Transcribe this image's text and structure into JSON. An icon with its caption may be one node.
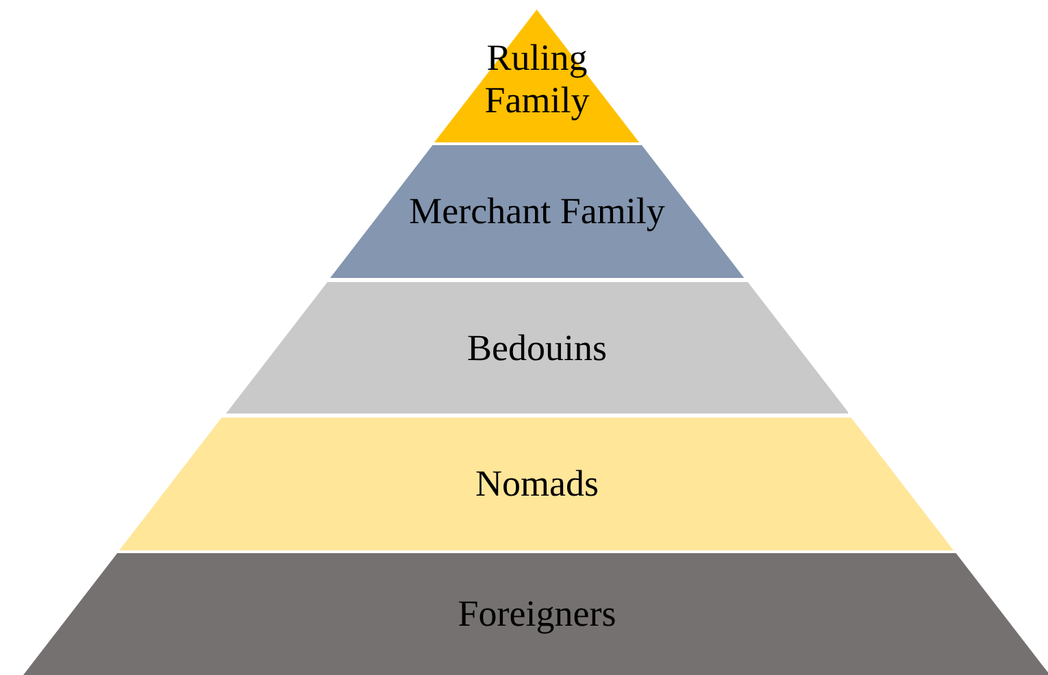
{
  "diagram": {
    "nodes": [
      {
        "text": [
          "Ruling Family"
        ]
      },
      {
        "text": [
          "Merchant Family"
        ]
      },
      {
        "text": [
          "Bedouins"
        ]
      },
      {
        "text": [
          "Nomads"
        ]
      },
      {
        "text": [
          "Foreigners"
        ]
      }
    ]
  }
}
